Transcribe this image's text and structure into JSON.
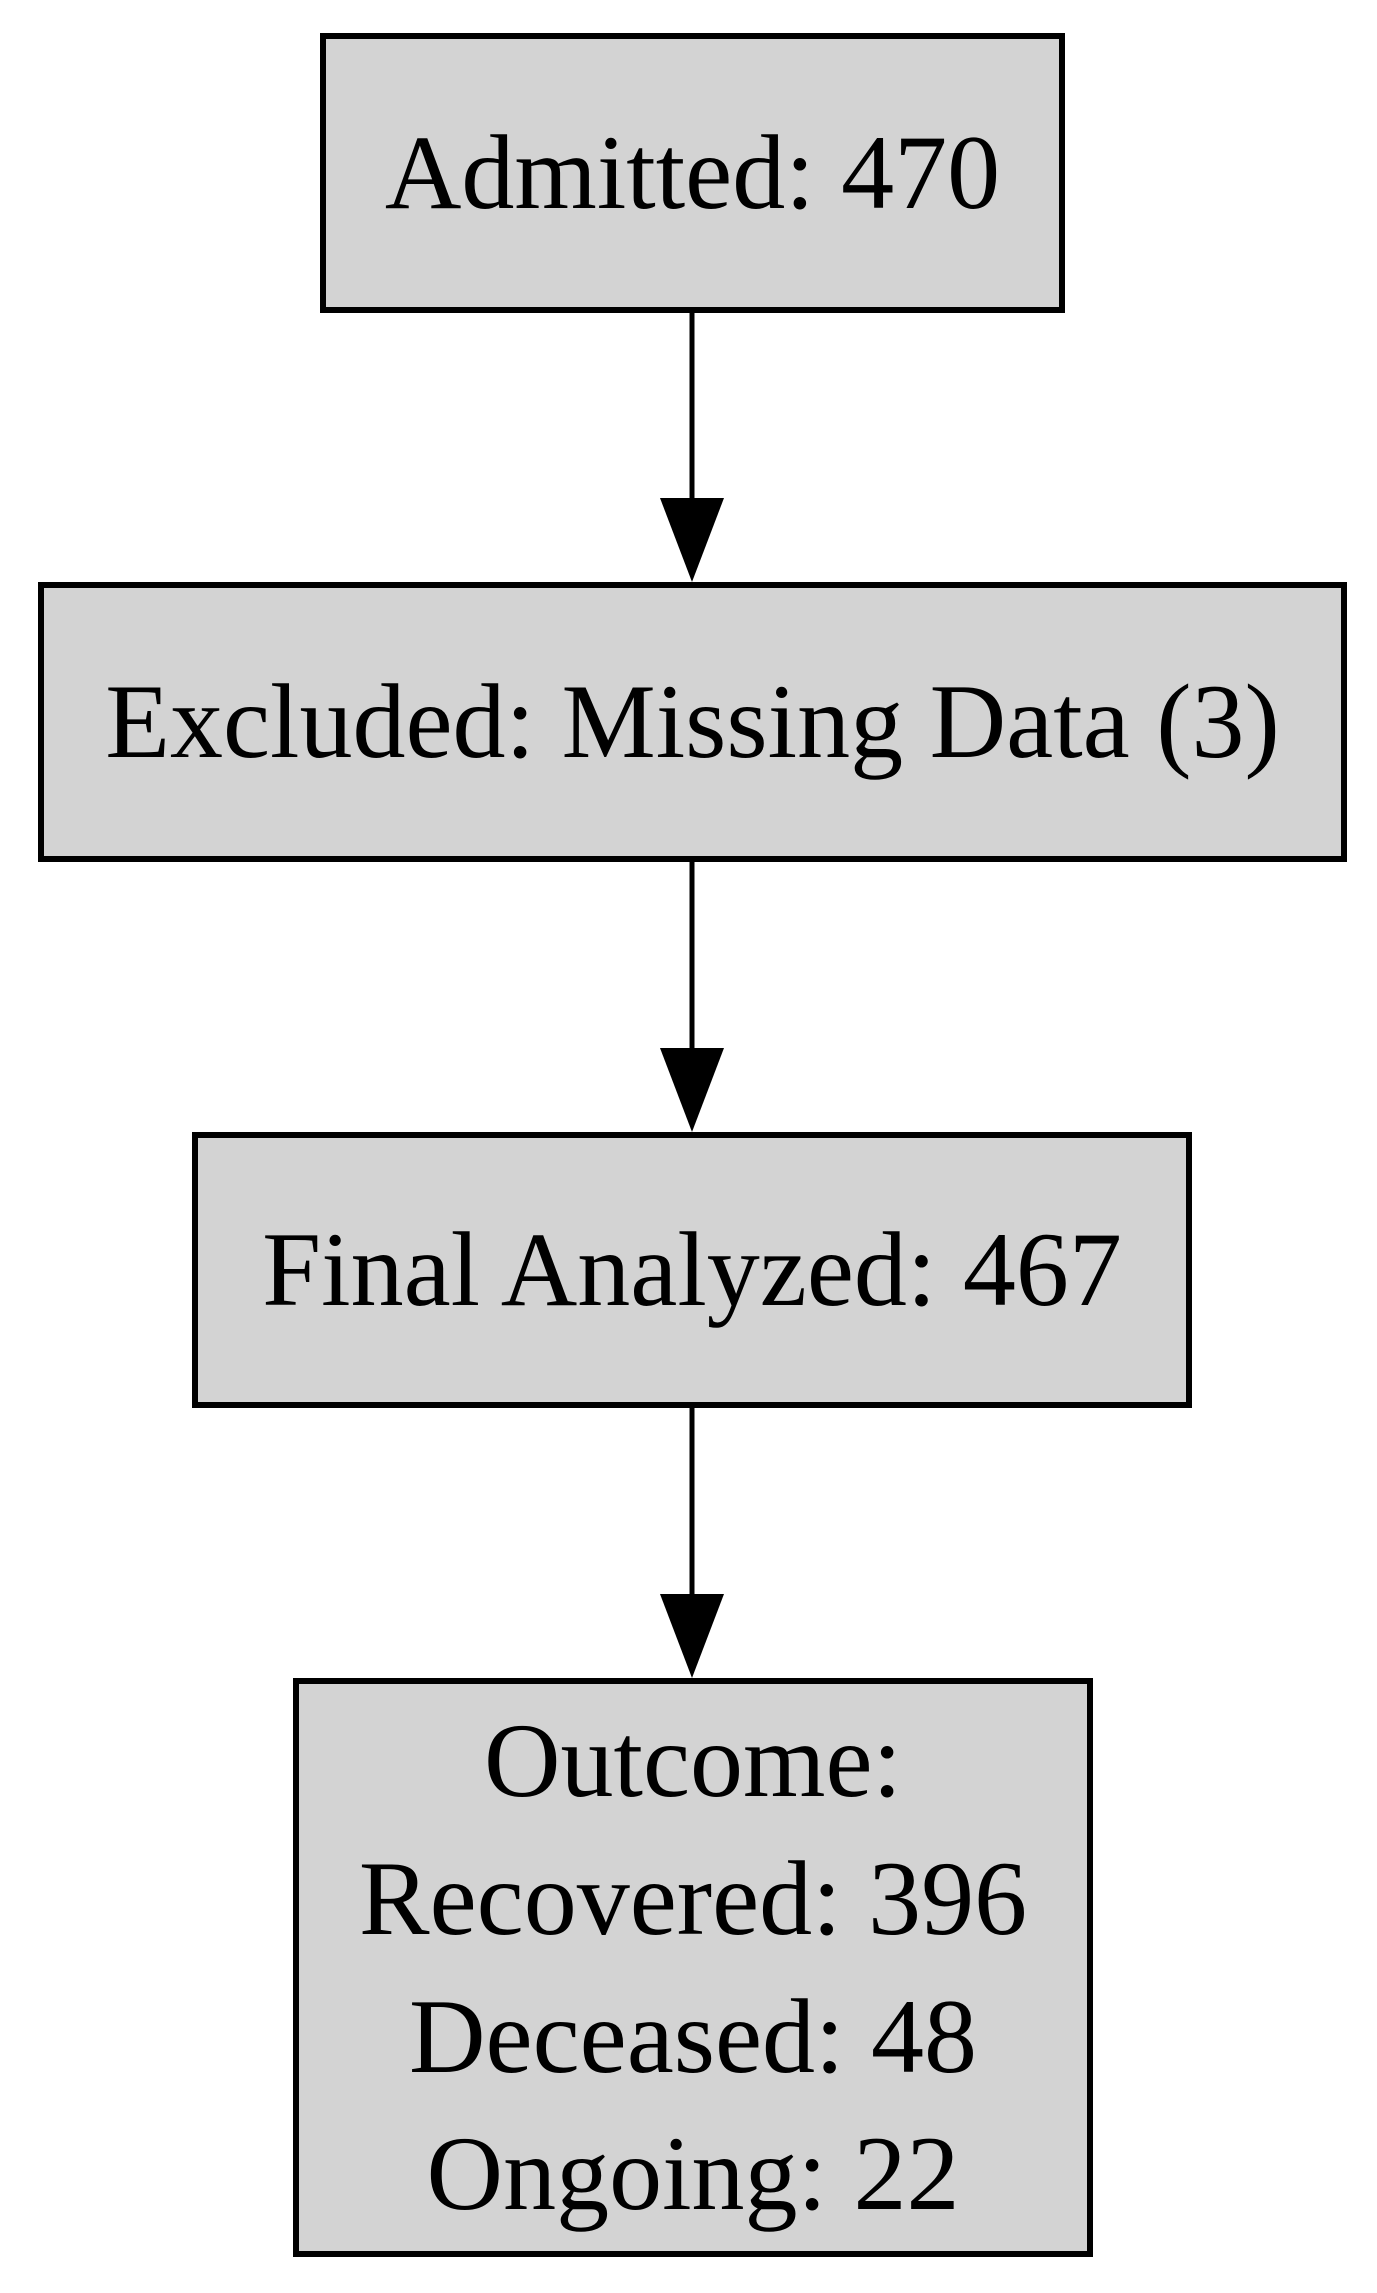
{
  "diagram": {
    "type": "flowchart",
    "background": "#ffffff",
    "node_fill": "#d3d3d3",
    "node_border": "#000000",
    "text_color": "#000000",
    "edge_color": "#000000",
    "nodes": [
      {
        "id": "admitted",
        "label": "Admitted: 470"
      },
      {
        "id": "excluded",
        "label": "Excluded: Missing Data (3)"
      },
      {
        "id": "final-analyzed",
        "label": "Final Analyzed: 467"
      },
      {
        "id": "outcome",
        "lines": [
          "Outcome:",
          "Recovered: 396",
          "Deceased: 48",
          "Ongoing: 22"
        ]
      }
    ],
    "edges": [
      {
        "from": "admitted",
        "to": "excluded"
      },
      {
        "from": "excluded",
        "to": "final-analyzed"
      },
      {
        "from": "final-analyzed",
        "to": "outcome"
      }
    ]
  }
}
